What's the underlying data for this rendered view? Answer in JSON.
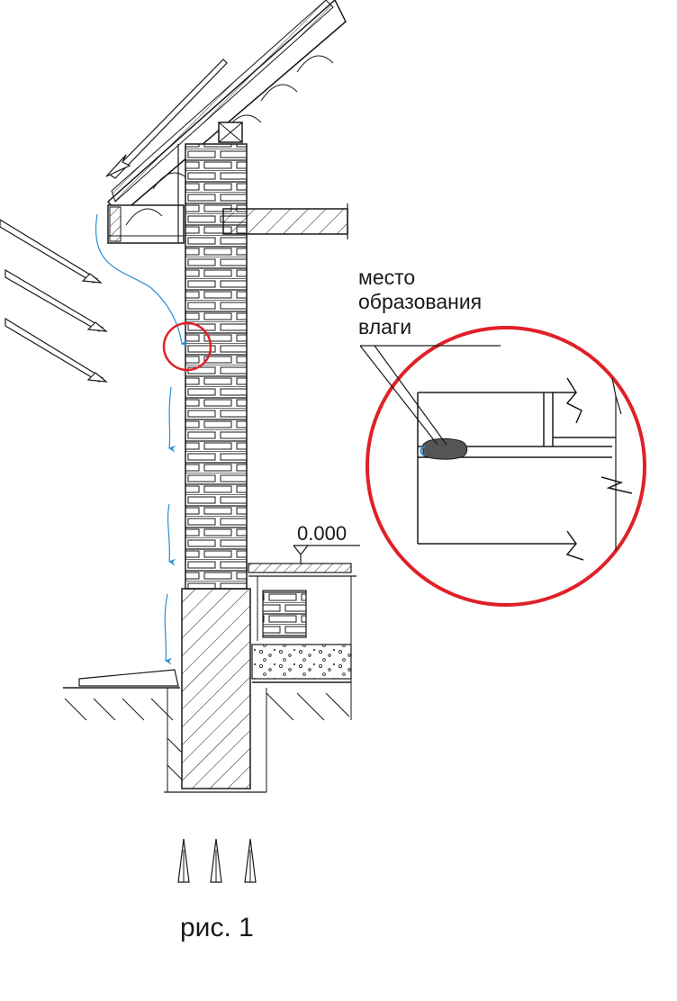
{
  "label": {
    "line1": "место",
    "line2": "образования",
    "line3": "влаги"
  },
  "level_mark": "0.000",
  "caption": "рис. 1",
  "colors": {
    "line": "#1a1a1a",
    "water": "#2a8fd6",
    "highlight": "#e02028",
    "moisture": "#555555"
  }
}
